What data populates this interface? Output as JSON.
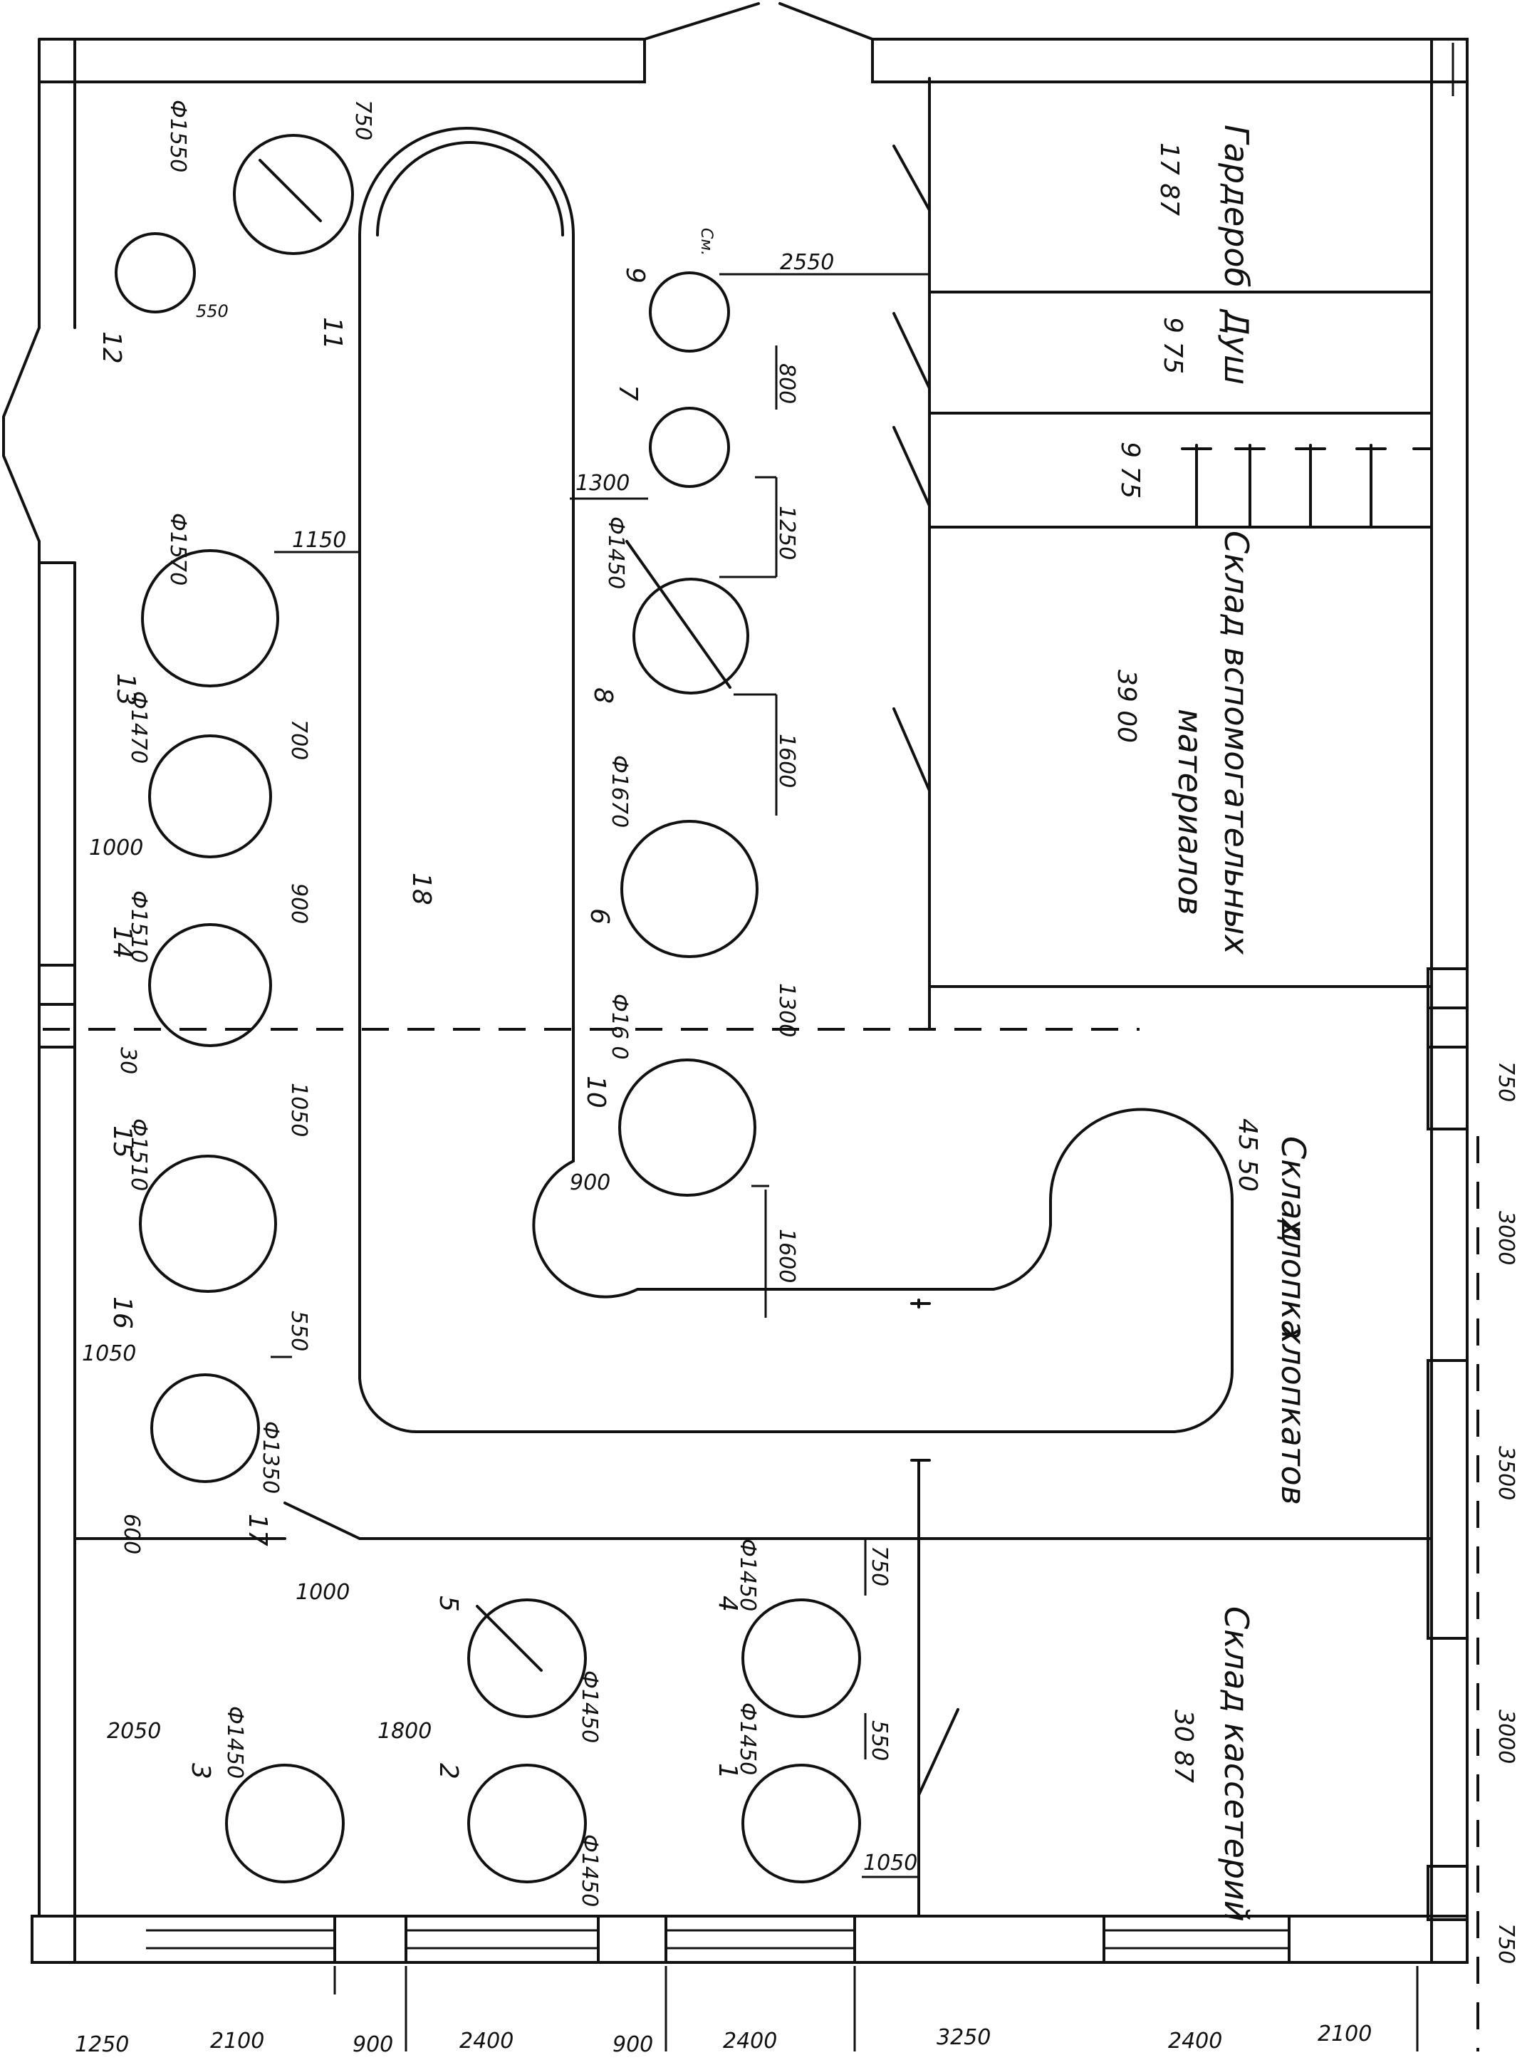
{
  "rooms": {
    "wardrobe_label": "Гардероб",
    "wardrobe_area": "17 87",
    "shower_label": "Душ",
    "shower_area": "9 75",
    "toilets_area": "9 75",
    "aux_storage_line1": "Склад вспомогательных",
    "aux_storage_line2": "материалов",
    "aux_storage_area": "39 00",
    "hall_line1": "Склад",
    "hall_line2": "хлопка",
    "hall_line3": "хлопкатов",
    "hall_area": "45 50",
    "raw_storage_line1": "Склад кассетерий",
    "raw_storage_area": "30 87"
  },
  "equipment_numbers": [
    "1",
    "2",
    "3",
    "4",
    "5",
    "6",
    "7",
    "8",
    "9",
    "10",
    "11",
    "12",
    "13",
    "14",
    "15",
    "16",
    "17",
    "18"
  ],
  "diameters": {
    "d1550": "Ф1550",
    "d1570_top": "Ф1570",
    "d1450": "Ф1450",
    "d1670": "Ф1670",
    "d1610": "Ф16 0",
    "d1470": "Ф1470",
    "d1510": "Ф1510",
    "d1510b": "Ф1510",
    "d1350": "Ф1350",
    "d1450_5": "Ф1450",
    "d1450_3": "Ф1450",
    "d1450_2": "Ф1450",
    "d1450_4": "Ф1450",
    "d1450_1": "Ф1450",
    "sm": "См."
  },
  "dimensions": {
    "d750_top": "750",
    "d550": "550",
    "d2550": "2550",
    "d800": "800",
    "d1300": "1300",
    "d1250": "1250",
    "d1150": "1150",
    "d700": "700",
    "d1600_a": "1600",
    "d1000_a": "1000",
    "d900_a": "900",
    "d1300_b": "1300",
    "d900_b": "900",
    "d1050_a": "1050",
    "d1600_b": "1600",
    "d1050_b": "1050",
    "d550_b": "550",
    "d600": "600",
    "d1000_b": "1000",
    "d2050": "2050",
    "d1800": "1800",
    "d750_b": "750",
    "d550_c": "550",
    "d1050_c": "1050",
    "num_30": "30"
  },
  "bottom_dims": [
    "1250",
    "2100",
    "900",
    "2400",
    "900",
    "2400",
    "3250",
    "2400",
    "2100"
  ],
  "right_dims": [
    "750",
    "3000",
    "3500",
    "3000",
    "750"
  ]
}
